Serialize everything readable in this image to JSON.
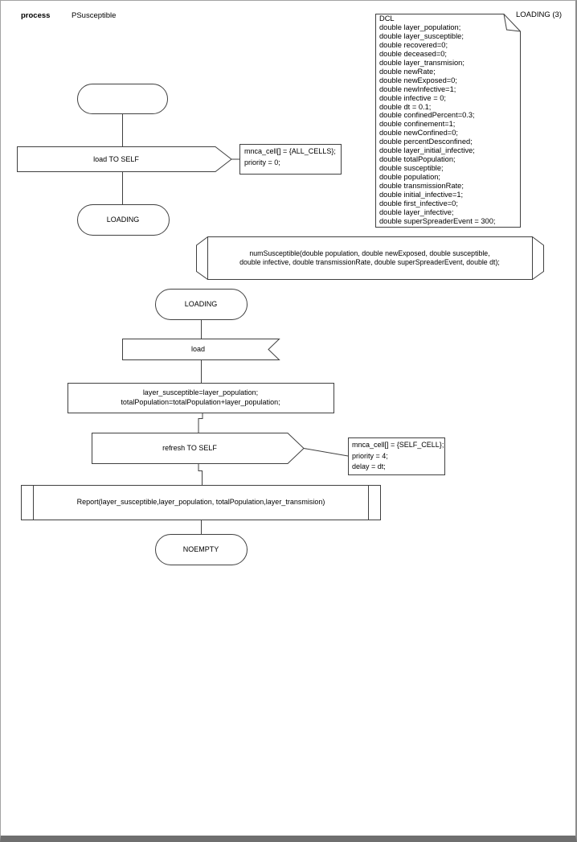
{
  "header": {
    "kind_label": "process",
    "process_name": "PSusceptible",
    "page_label": "LOADING (3)"
  },
  "declarations": {
    "lines": [
      "DCL",
      "double layer_population;",
      "double layer_susceptible;",
      "double recovered=0;",
      "double deceased=0;",
      "double layer_transmision;",
      "double newRate;",
      "double newExposed=0;",
      "double newInfective=1;",
      "double infective = 0;",
      "double dt = 0.1;",
      "double confinedPercent=0.3;",
      "double confinement=1;",
      "double newConfined=0;",
      "double percentDesconfined;",
      "double layer_initial_infective;",
      "double totalPopulation;",
      "double susceptible;",
      "double population;",
      "double transmissionRate;",
      "double initial_infective=1;",
      "double first_infective=0;",
      "double layer_infective;",
      "double superSpreaderEvent = 300;"
    ]
  },
  "nodes": {
    "output_load": {
      "label": "load TO SELF"
    },
    "comment_load": {
      "lines": [
        "mnca_cell[] = {ALL_CELLS};",
        "priority = 0;"
      ]
    },
    "state_loading_1": {
      "label": "LOADING"
    },
    "procedure_declaration": {
      "lines": [
        "numSusceptible(double population, double newExposed, double susceptible,",
        "double infective, double transmissionRate, double superSpreaderEvent, double dt);"
      ]
    },
    "state_loading_2": {
      "label": "LOADING"
    },
    "input_load": {
      "label": "load"
    },
    "task_assign": {
      "lines": [
        "layer_susceptible=layer_population;",
        "totalPopulation=totalPopulation+layer_population;"
      ]
    },
    "output_refresh": {
      "label": "refresh TO SELF"
    },
    "comment_refresh": {
      "lines": [
        "mnca_cell[] = {SELF_CELL};",
        "priority = 4;",
        "delay = dt;"
      ]
    },
    "call_report": {
      "label": "Report(layer_susceptible,layer_population, totalPopulation,layer_transmision)"
    },
    "state_noempty": {
      "label": "NOEMPTY"
    }
  }
}
